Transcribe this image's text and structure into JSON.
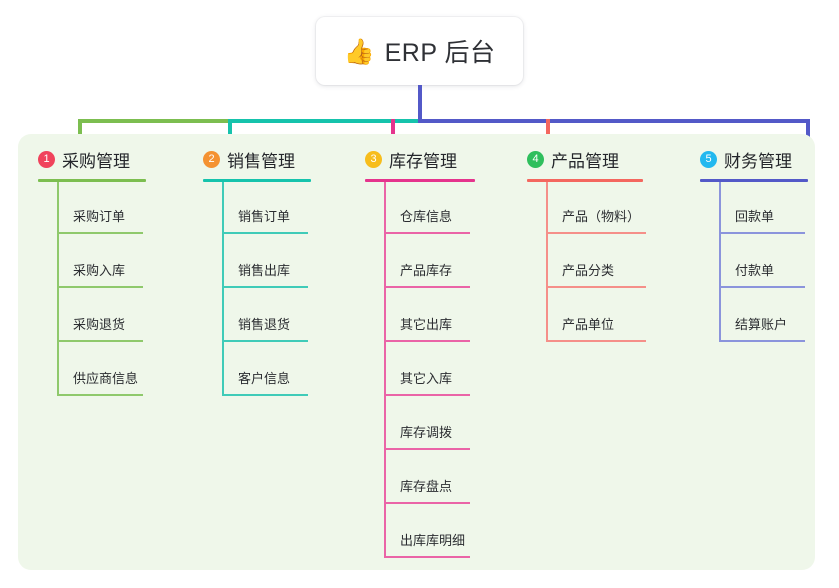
{
  "diagram": {
    "type": "mind-map",
    "root": {
      "icon": "thumbs-up-emoji",
      "emoji": "👍",
      "label": "ERP 后台"
    },
    "colors": {
      "panel_background": "#eff7ea",
      "page_background": "#ffffff",
      "root_text": "#2f3136",
      "branch_green": "#7cbe50",
      "branch_teal": "#16c3ac",
      "branch_pink": "#e5348d",
      "branch_red": "#f4675f",
      "branch_blue": "#5359c8",
      "badge_1": "#f0435c",
      "badge_2": "#f49232",
      "badge_3": "#f7bd1c",
      "badge_4": "#2fbf5d",
      "badge_5": "#22b8ef"
    },
    "branches": [
      {
        "index": "1",
        "badge": "1",
        "badge_color": "#f0435c",
        "title": "采购管理",
        "line_color": "#7cbe50",
        "leaf_line_color": "#8fc96c",
        "items": [
          "采购订单",
          "采购入库",
          "采购退货",
          "供应商信息"
        ]
      },
      {
        "index": "2",
        "badge": "2",
        "badge_color": "#f49232",
        "title": "销售管理",
        "line_color": "#16c3ac",
        "leaf_line_color": "#3fcbb8",
        "items": [
          "销售订单",
          "销售出库",
          "销售退货",
          "客户信息"
        ]
      },
      {
        "index": "3",
        "badge": "3",
        "badge_color": "#f7bd1c",
        "title": "库存管理",
        "line_color": "#e5348d",
        "leaf_line_color": "#ea64a7",
        "items": [
          "仓库信息",
          "产品库存",
          "其它出库",
          "其它入库",
          "库存调拨",
          "库存盘点",
          "出库库明细"
        ]
      },
      {
        "index": "4",
        "badge": "4",
        "badge_color": "#2fbf5d",
        "title": "产品管理",
        "line_color": "#f4675f",
        "leaf_line_color": "#f58f89",
        "items": [
          "产品（物料）",
          "产品分类",
          "产品单位"
        ]
      },
      {
        "index": "5",
        "badge": "5",
        "badge_color": "#22b8ef",
        "title": "财务管理",
        "line_color": "#5359c8",
        "leaf_line_color": "#8b94dc",
        "items": [
          "回款单",
          "付款单",
          "结算账户"
        ]
      }
    ]
  }
}
